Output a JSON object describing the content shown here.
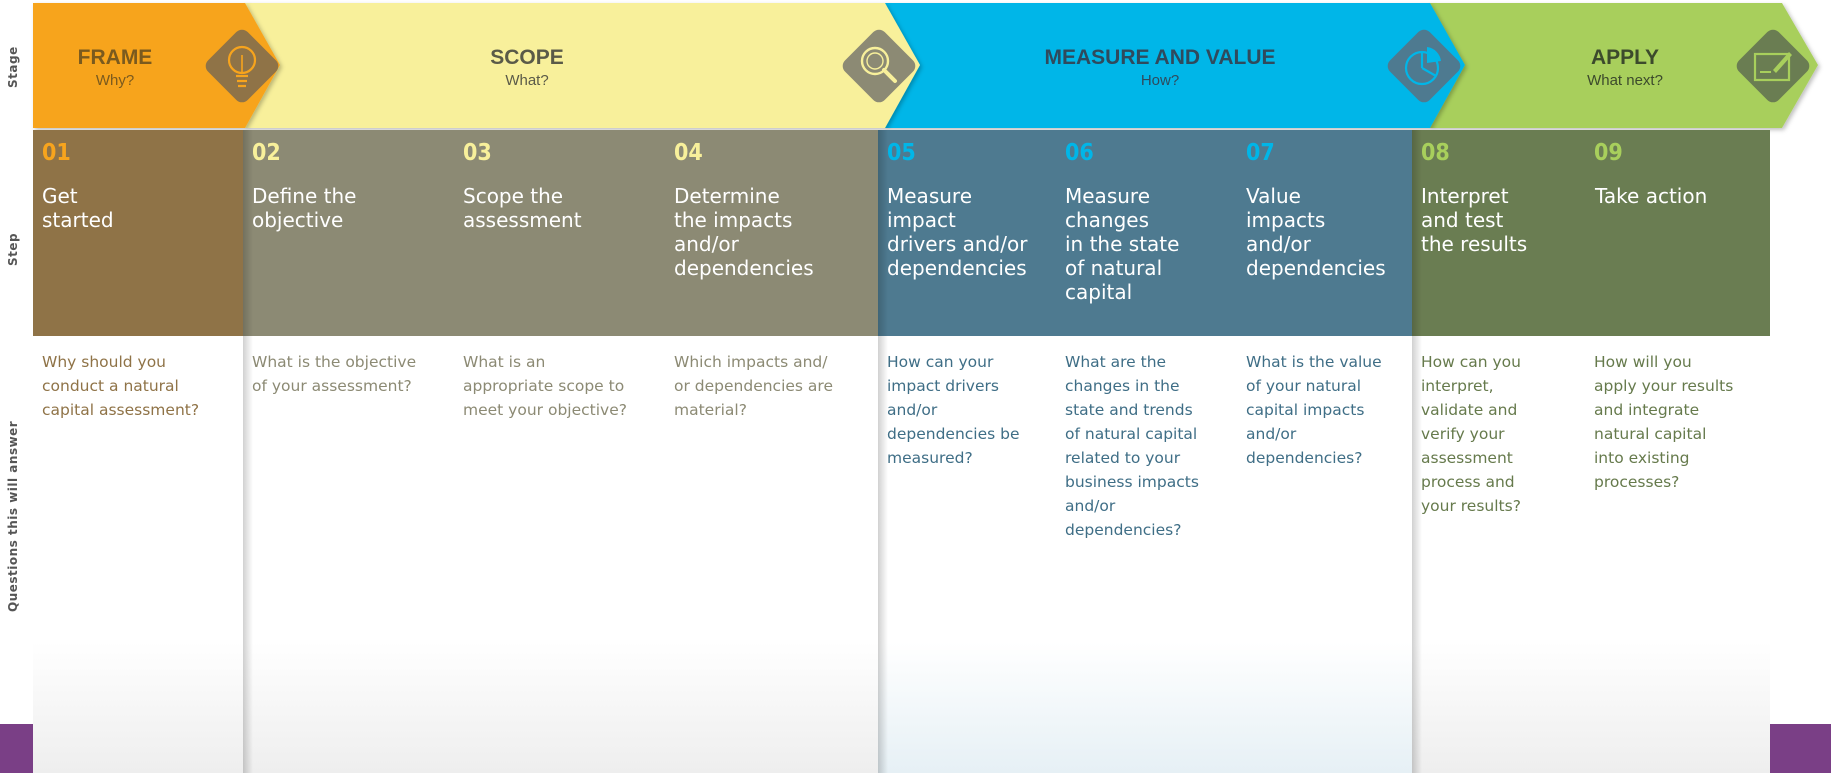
{
  "axis": {
    "stage": "Stage",
    "step": "Step",
    "questions": "Questions this will answer"
  },
  "stages": [
    {
      "title": "FRAME",
      "subtitle": "Why?",
      "color": "#f7a41d",
      "text_color": "#7a5a1e",
      "icon": "lightbulb-icon"
    },
    {
      "title": "SCOPE",
      "subtitle": "What?",
      "color": "#f8f09b",
      "text_color": "#5a5a48",
      "icon": "magnifier-icon"
    },
    {
      "title": "MEASURE AND VALUE",
      "subtitle": "How?",
      "color": "#00b6e8",
      "text_color": "#2f4a5d",
      "icon": "pie-chart-icon"
    },
    {
      "title": "APPLY",
      "subtitle": "What next?",
      "color": "#a8cf5c",
      "text_color": "#3c4a2c",
      "icon": "document-pen-icon"
    }
  ],
  "steps": [
    {
      "num": "01",
      "title": "Get\nstarted",
      "question": "Why should you\nconduct a natural\ncapital assessment?",
      "header_color": "#8f7347",
      "num_color": "#f7a41d",
      "q_color": "#8f7347"
    },
    {
      "num": "02",
      "title": "Define the\nobjective",
      "question": "What is the objective\nof your assessment?",
      "header_color": "#8c8a74",
      "num_color": "#f8f09b",
      "q_color": "#8c8a74"
    },
    {
      "num": "03",
      "title": "Scope the\nassessment",
      "question": "What is an\nappropriate scope to\nmeet your objective?",
      "header_color": "#8c8a74",
      "num_color": "#f8f09b",
      "q_color": "#8c8a74"
    },
    {
      "num": "04",
      "title": "Determine\nthe impacts\nand/or\ndependencies",
      "question": "Which impacts and/\nor dependencies are\nmaterial?",
      "header_color": "#8c8a74",
      "num_color": "#f8f09b",
      "q_color": "#8c8a74"
    },
    {
      "num": "05",
      "title": "Measure\nimpact\ndrivers and/or\ndependencies",
      "question": "How can your\nimpact drivers\nand/or\ndependencies be\nmeasured?",
      "header_color": "#4e7a90",
      "num_color": "#00b6e8",
      "q_color": "#3f6e86"
    },
    {
      "num": "06",
      "title": "Measure\nchanges\nin the state\nof natural\ncapital",
      "question": "What are the\nchanges in the\nstate and trends\nof natural capital\nrelated to your\nbusiness impacts\nand/or\ndependencies?",
      "header_color": "#4e7a90",
      "num_color": "#00b6e8",
      "q_color": "#3f6e86"
    },
    {
      "num": "07",
      "title": "Value\nimpacts\nand/or\ndependencies",
      "question": "What is the value\nof your natural\ncapital impacts\nand/or\ndependencies?",
      "header_color": "#4e7a90",
      "num_color": "#00b6e8",
      "q_color": "#3f6e86"
    },
    {
      "num": "08",
      "title": "Interpret\nand test\nthe results",
      "question": "How can you\ninterpret,\nvalidate and\nverify your\nassessment\nprocess and\nyour results?",
      "header_color": "#6a7d52",
      "num_color": "#a8cf5c",
      "q_color": "#667a4c"
    },
    {
      "num": "09",
      "title": "Take action",
      "question": "How will you\napply your results\nand integrate\nnatural capital\ninto existing\nprocesses?",
      "header_color": "#6a7d52",
      "num_color": "#a8cf5c",
      "q_color": "#667a4c"
    }
  ]
}
